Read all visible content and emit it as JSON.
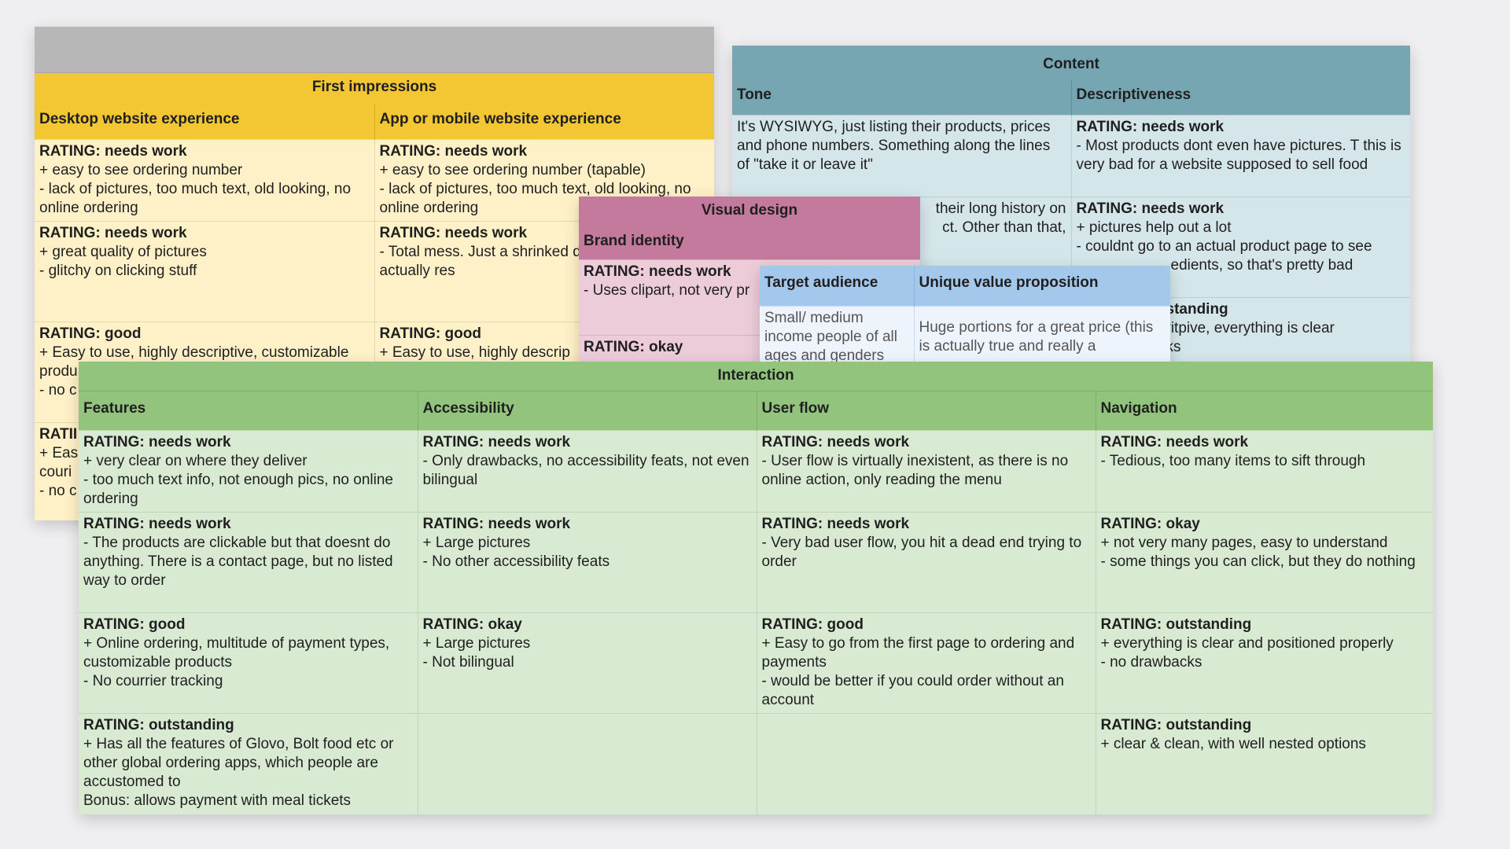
{
  "first_impressions": {
    "title": "First impressions",
    "columns": [
      "Desktop website experience",
      "App or mobile website experience"
    ],
    "rows": [
      [
        {
          "rating": "RATING: needs work",
          "lines": [
            "+ easy to see ordering number",
            "- lack of pictures, too much text, old looking, no online ordering"
          ]
        },
        {
          "rating": "RATING: needs work",
          "lines": [
            "+ easy to see ordering number (tapable)",
            "- lack of pictures, too much text, old looking, no online ordering"
          ]
        }
      ],
      [
        {
          "rating": "RATING: needs work",
          "lines": [
            "+ great quality of pictures",
            "- glitchy on clicking stuff"
          ]
        },
        {
          "rating": "RATING: needs work",
          "lines": [
            "- Total mess. Just a shrinked desktop site, not actually res"
          ]
        }
      ],
      [
        {
          "rating": "RATING: good",
          "lines": [
            "+ Easy to use, highly descriptive, customizable produ",
            "- no c"
          ]
        },
        {
          "rating": "RATING: good",
          "lines": [
            "+ Easy to use, highly descrip"
          ]
        }
      ],
      [
        {
          "rating": "RATII",
          "lines": [
            "+ Eas",
            "couri",
            "- no c"
          ]
        },
        {
          "rating": "",
          "lines": []
        }
      ]
    ]
  },
  "content": {
    "title": "Content",
    "columns": [
      "Tone",
      "Descriptiveness"
    ],
    "rows": [
      [
        {
          "rating": "",
          "lines": [
            "It's WYSIWYG, just listing their products, prices and phone numbers. Something along the lines of \"take it or leave it\""
          ]
        },
        {
          "rating": "RATING: needs work",
          "lines": [
            "- Most products dont even have pictures. T this is very bad for a website supposed to sell food"
          ]
        }
      ],
      [
        {
          "rating": "",
          "lines": [
            "their long history on",
            "ct. Other than that,"
          ]
        },
        {
          "rating": "RATING: needs work",
          "lines": [
            "+ pictures help out a lot",
            "- couldnt go to an actual product page to see",
            "edients, so that's pretty bad"
          ]
        }
      ],
      [
        {
          "rating": "",
          "lines": []
        },
        {
          "rating": "standing",
          "lines": [
            "ritpive, everything is clear",
            "ks"
          ]
        }
      ]
    ]
  },
  "visual_design": {
    "title": "Visual design",
    "columns": [
      "Brand identity"
    ],
    "rows": [
      {
        "rating": "RATING: needs work",
        "lines": [
          "- Uses clipart, not very pr"
        ]
      },
      {
        "rating": "RATING: okay",
        "lines": []
      }
    ]
  },
  "audience": {
    "columns": [
      "Target audience",
      "Unique value proposition"
    ],
    "rows": [
      [
        {
          "rating": "",
          "lines": [
            "Small/ medium income people of all ages and genders"
          ]
        },
        {
          "rating": "",
          "lines": [
            "Huge portions for a great price (this is actually true and really a"
          ]
        }
      ]
    ]
  },
  "interaction": {
    "title": "Interaction",
    "columns": [
      "Features",
      "Accessibility",
      "User flow",
      "Navigation"
    ],
    "rows": [
      [
        {
          "rating": "RATING: needs work",
          "lines": [
            "+ very clear on where they deliver",
            "- too much text info, not enough pics, no online ordering"
          ]
        },
        {
          "rating": "RATING: needs work",
          "lines": [
            "- Only drawbacks, no accessibility feats, not even bilingual"
          ]
        },
        {
          "rating": "RATING: needs work",
          "lines": [
            "- User flow is virtually inexistent, as there is no online action, only reading the menu"
          ]
        },
        {
          "rating": "RATING: needs work",
          "lines": [
            "- Tedious, too many items to sift through"
          ]
        }
      ],
      [
        {
          "rating": "RATING: needs work",
          "lines": [
            "- The products are clickable but that doesnt do anything. There is a contact page, but no listed way to order"
          ]
        },
        {
          "rating": "RATING: needs work",
          "lines": [
            "+ Large pictures",
            "- No other accessibility feats"
          ]
        },
        {
          "rating": "RATING: needs work",
          "lines": [
            "- Very bad user flow, you hit a dead end trying to order"
          ]
        },
        {
          "rating": "RATING: okay",
          "lines": [
            "+ not very many pages, easy to understand",
            "- some things you can click, but they do nothing"
          ]
        }
      ],
      [
        {
          "rating": "RATING: good",
          "lines": [
            "+ Online ordering, multitude of payment types, customizable products",
            "- No courrier tracking"
          ]
        },
        {
          "rating": "RATING: okay",
          "lines": [
            "+ Large pictures",
            "- Not bilingual"
          ]
        },
        {
          "rating": "RATING: good",
          "lines": [
            "+ Easy to go from the first page to ordering and payments",
            "- would be better if you could order without an account"
          ]
        },
        {
          "rating": "RATING: outstanding",
          "lines": [
            "+ everything is clear and positioned properly",
            "- no drawbacks"
          ]
        }
      ],
      [
        {
          "rating": "RATING: outstanding",
          "lines": [
            "+ Has all the features of Glovo, Bolt food etc or other global ordering apps, which people are accustomed to",
            "Bonus: allows payment with meal tickets"
          ]
        },
        {
          "rating": "",
          "lines": []
        },
        {
          "rating": "",
          "lines": []
        },
        {
          "rating": "RATING: outstanding",
          "lines": [
            "+ clear & clean, with well nested options"
          ]
        }
      ]
    ]
  }
}
